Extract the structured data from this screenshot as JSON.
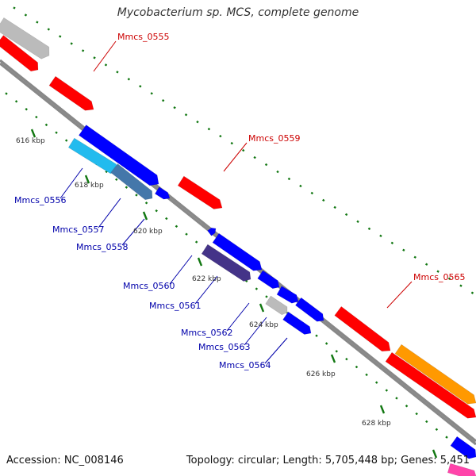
{
  "title": "Mycobacterium sp. MCS, complete genome",
  "footer": {
    "accession": "Accession: NC_008146",
    "summary": "Topology: circular; Length: 5,705,448 bp; Genes: 5,451"
  },
  "colors": {
    "red": "#ff0000",
    "blue": "#0000ff",
    "light_blue": "#22bbee",
    "steel_blue": "#4477aa",
    "purple": "#443388",
    "gray": "#bbbbbb",
    "orange": "#ff9900",
    "pink": "#ff44aa",
    "backbone": "#888888",
    "tick": "#117711",
    "label_red": "#cc0000",
    "label_blue": "#0000aa"
  },
  "ticks": [
    "616 kbp",
    "618 kbp",
    "620 kbp",
    "622 kbp",
    "624 kbp",
    "626 kbp",
    "628 kbp"
  ],
  "gene_labels": [
    {
      "text": "Mmcs_0555",
      "color": "label_red"
    },
    {
      "text": "Mmcs_0559",
      "color": "label_red"
    },
    {
      "text": "Mmcs_0565",
      "color": "label_red"
    },
    {
      "text": "Mmcs_0556",
      "color": "label_blue"
    },
    {
      "text": "Mmcs_0557",
      "color": "label_blue"
    },
    {
      "text": "Mmcs_0558",
      "color": "label_blue"
    },
    {
      "text": "Mmcs_0560",
      "color": "label_blue"
    },
    {
      "text": "Mmcs_0561",
      "color": "label_blue"
    },
    {
      "text": "Mmcs_0562",
      "color": "label_blue"
    },
    {
      "text": "Mmcs_0563",
      "color": "label_blue"
    },
    {
      "text": "Mmcs_0564",
      "color": "label_blue"
    }
  ]
}
